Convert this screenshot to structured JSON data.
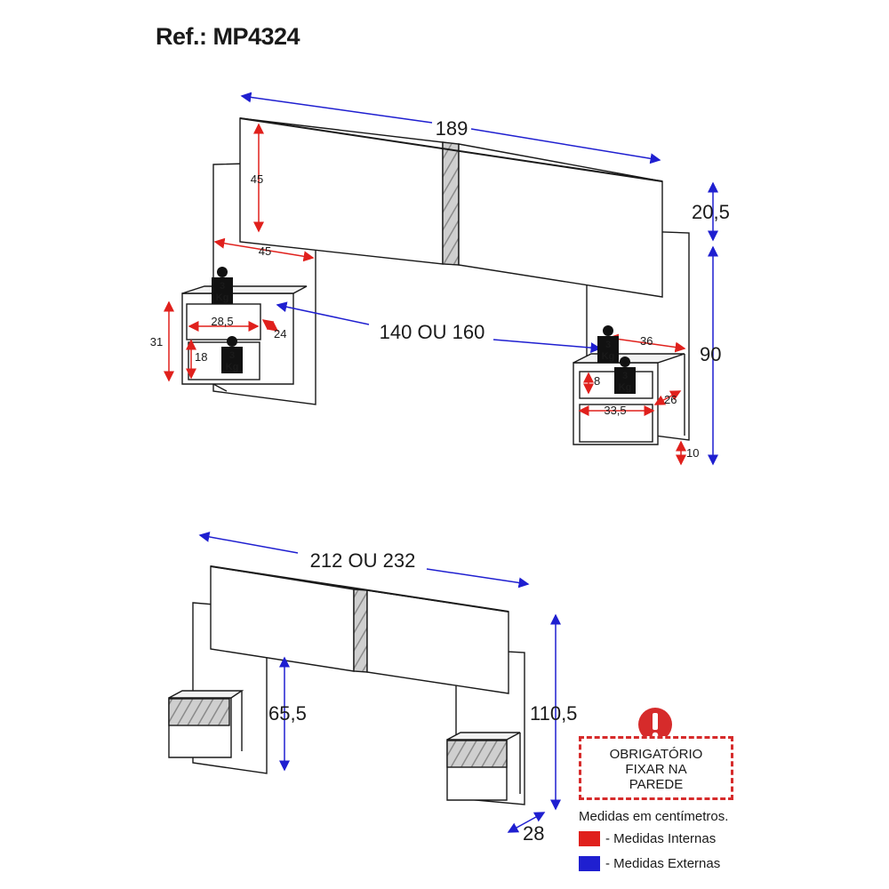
{
  "header": {
    "reference": "Ref.: MP4324"
  },
  "top_view": {
    "width_total": "189",
    "panel_height": "45",
    "side_panel_width": "45",
    "bed_width": "140 OU 160",
    "panel_offset": "20,5",
    "total_height": "90",
    "left_nightstand": {
      "drawer_inner_width": "28,5",
      "drawer_inner_depth": "24",
      "outer_height": "31",
      "niche_height": "18",
      "load_top": "3\nKg",
      "load_niche": "3\nKg"
    },
    "right_nightstand": {
      "width": "36",
      "drawer_inner_height": "8",
      "inner_width": "33,5",
      "depth": "26",
      "floor_clearance": "10",
      "load_top": "3\nKg",
      "load_drawer": "3\nKg"
    }
  },
  "bottom_view": {
    "total_width": "212 OU 232",
    "nightstand_height": "65,5",
    "total_height": "110,5",
    "depth": "28"
  },
  "warning": {
    "lines": [
      "OBRIGATÓRIO",
      "FIXAR NA",
      "PAREDE"
    ]
  },
  "legend": {
    "units_note": "Medidas em centímetros.",
    "items": [
      {
        "label": "- Medidas Internas",
        "color": "#e0201c"
      },
      {
        "label": "- Medidas Externas",
        "color": "#1f1fd0"
      }
    ]
  },
  "colors": {
    "internal": "#e0201c",
    "external": "#1f1fd0",
    "warning": "#d62b2b"
  }
}
